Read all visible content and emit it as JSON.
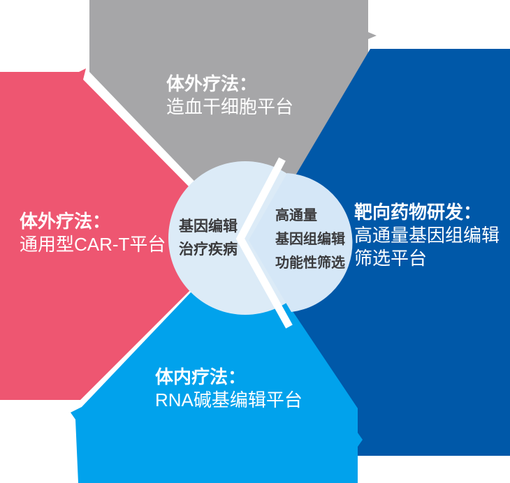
{
  "diagram": {
    "title_semantic": "gene-editing-platforms-diagram",
    "background_color": "#ffffff",
    "segments": [
      {
        "id": "top",
        "title": "体外疗法：",
        "subtitle": "造血干细胞平台",
        "color": "#a6a6a8",
        "text_color": "#ffffff"
      },
      {
        "id": "left",
        "title": "体外疗法：",
        "subtitle": "通用型CAR-T平台",
        "color": "#ee5671",
        "text_color": "#ffffff"
      },
      {
        "id": "right",
        "title": "靶向药物研发：",
        "subtitle": "高通量基因组编辑",
        "subtitle2": "筛选平台",
        "color": "#0058a8",
        "text_color": "#ffffff"
      },
      {
        "id": "bottom",
        "title": "体内疗法：",
        "subtitle": "RNA碱基编辑平台",
        "color": "#01a2ec",
        "text_color": "#ffffff"
      }
    ],
    "center_circle": {
      "line1": "基因编辑",
      "line2": "治疗疾病",
      "color": "#dcebf7",
      "text_color": "#3a3a3c"
    },
    "center_chevron": {
      "line1": "高通量",
      "line2": "基因组编辑",
      "line3": "功能性筛选",
      "color": "#d5e7f7",
      "gap_color": "#ffffff",
      "text_color": "#3a3a3c"
    }
  }
}
